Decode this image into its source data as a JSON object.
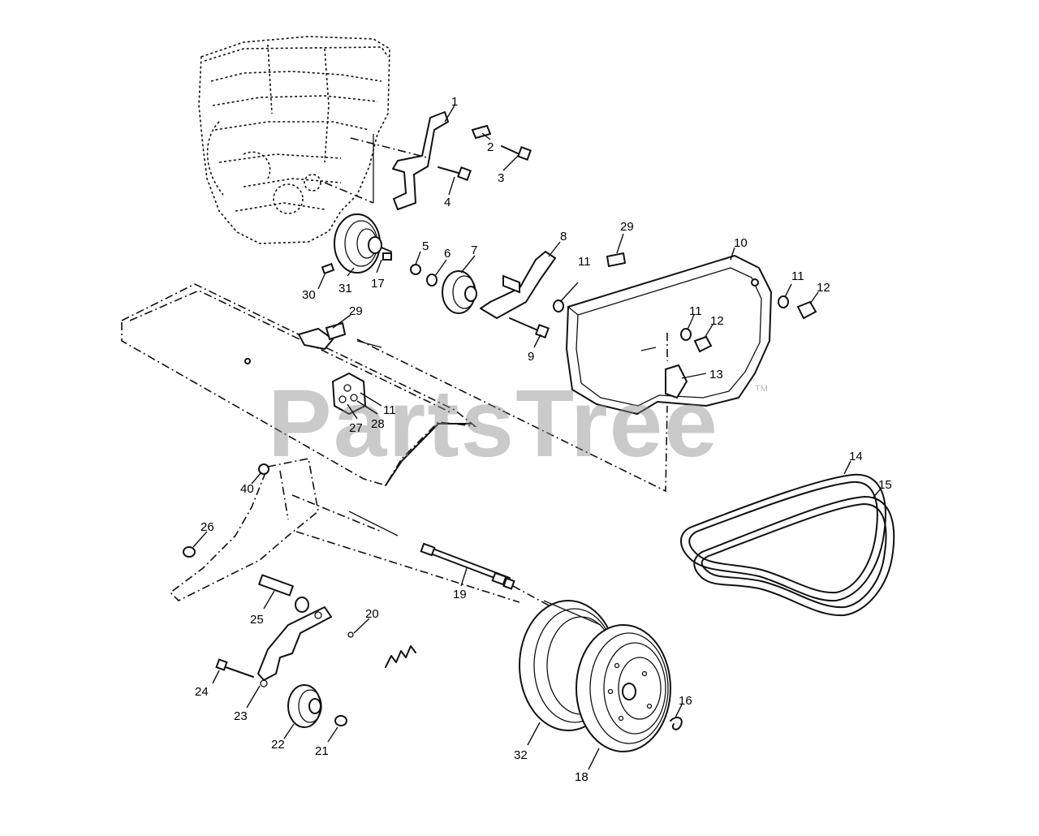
{
  "watermark": {
    "text": "PartsTree",
    "trademark": "TM",
    "color": "#8a8a8a"
  },
  "callouts": {
    "c1": "1",
    "c2": "2",
    "c3": "3",
    "c4": "4",
    "c5": "5",
    "c6": "6",
    "c7": "7",
    "c8": "8",
    "c9": "9",
    "c10": "10",
    "c11a": "11",
    "c11b": "11",
    "c11c": "11",
    "c11d": "11",
    "c12a": "12",
    "c12b": "12",
    "c13": "13",
    "c14": "14",
    "c15": "15",
    "c16": "16",
    "c17": "17",
    "c18": "18",
    "c19": "19",
    "c20": "20",
    "c21": "21",
    "c22": "22",
    "c23": "23",
    "c24": "24",
    "c25": "25",
    "c26": "26",
    "c27": "27",
    "c28": "28",
    "c29a": "29",
    "c29b": "29",
    "c30": "30",
    "c31": "31",
    "c32": "32",
    "c40": "40"
  },
  "parts": {
    "engine": "engine-sketch",
    "belt_guard": "belt-guard",
    "tine_shield": "tine-shield",
    "belts": "v-belts",
    "large_pulley": "double-pulley",
    "idler_pulley": "idler-pulley"
  }
}
